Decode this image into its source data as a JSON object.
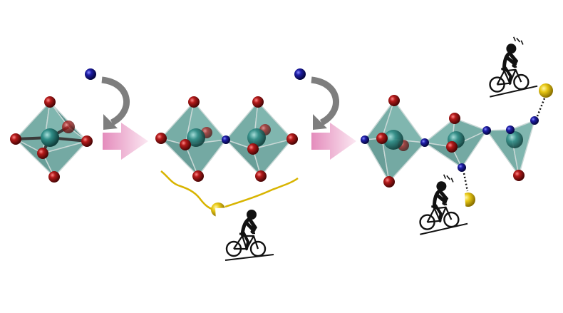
{
  "diagram": {
    "stages": [
      {
        "id": "single-octahedron"
      },
      {
        "id": "corner-sharing-dimer"
      },
      {
        "id": "chain-with-bridging-atoms"
      }
    ],
    "colors": {
      "polyhedron_fill": "#5f9f97",
      "polyhedron_edge": "#c9d8d6",
      "metal_center": "#2f8c86",
      "oxygen_red": "#8e1111",
      "bridge_blue": "#17178a",
      "gold_atom": "#e0be10",
      "gold_trace": "#d8b400",
      "reaction_arrow_pink": "#e79fc4",
      "curved_arrow_gray": "#7e7e7e",
      "cyclist": "#111111"
    },
    "icons": [
      "curved-arrow-icon",
      "reaction-arrow-icon",
      "cyclist-icon",
      "distressed-cyclist-icon"
    ]
  }
}
